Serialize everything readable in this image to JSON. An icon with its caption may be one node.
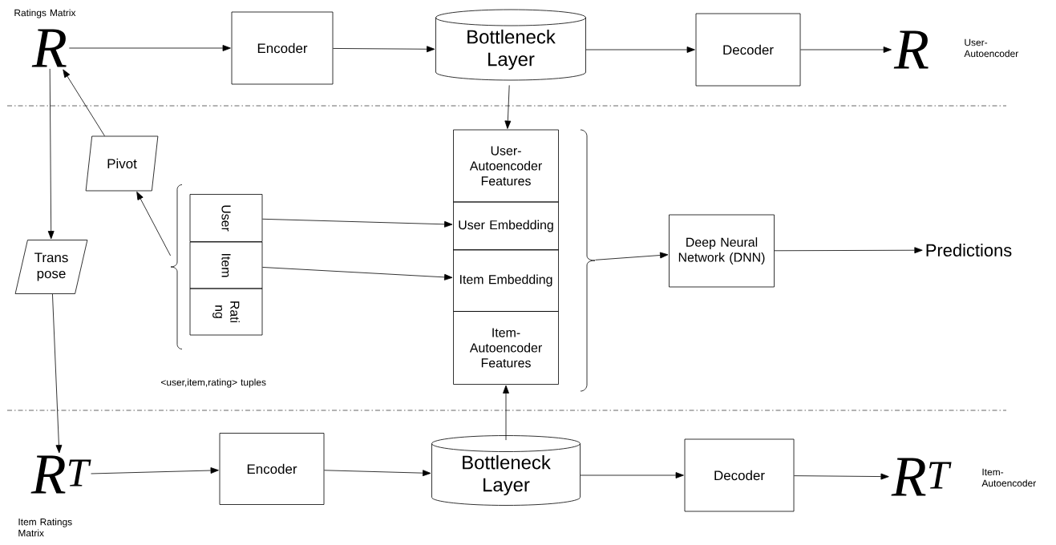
{
  "diagram": {
    "nodes": [
      {
        "text": [
          "R"
        ],
        "beside": [
          "Ratings Matrix"
        ]
      },
      {
        "text": [
          "Encoder"
        ]
      },
      {
        "text": [
          "Bottleneck Layer"
        ]
      },
      {
        "text": [
          "Decoder"
        ]
      },
      {
        "text": [
          "R"
        ],
        "beside": [
          "User- Autoencoder"
        ]
      },
      {
        "text": [
          "Pivot"
        ]
      },
      {
        "text": [
          "Trans pose"
        ]
      },
      {
        "text": [],
        "shape": "bracket"
      },
      {
        "text": [
          "User"
        ]
      },
      {
        "text": [
          "Item"
        ]
      },
      {
        "text": [
          "Rati ng"
        ]
      },
      {
        "text": [
          "User- Autoencoder Features"
        ]
      },
      {
        "text": [
          "User Embedding"
        ]
      },
      {
        "text": [
          "Item Embedding"
        ]
      },
      {
        "text": [
          "Item- Autoencoder Features"
        ]
      },
      {
        "text": [],
        "shape": "bracket"
      },
      {
        "text": [
          "Deep Neural Network (DNN)"
        ]
      },
      {
        "text": [
          "Predictions"
        ]
      },
      {
        "text": [
          "R$^{T}$"
        ],
        "beside": [
          "Item Ratings Matrix"
        ]
      },
      {
        "text": [
          "Encoder"
        ]
      },
      {
        "text": [
          "Bottleneck Layer"
        ]
      },
      {
        "text": [
          "Decoder"
        ]
      },
      {
        "text": [
          "R$^{T}$"
        ],
        "beside": [
          "Item- Autoencoder"
        ]
      }
    ],
    "edges": [
      {
        "from": 0,
        "to": 1,
        "arrow": "to"
      },
      {
        "from": 1,
        "to": 2,
        "arrow": "to"
      },
      {
        "from": 2,
        "to": 3,
        "arrow": "to"
      },
      {
        "from": 3,
        "to": 4,
        "arrow": "to"
      },
      {
        "from": 2,
        "to": 11,
        "arrow": "to"
      },
      {
        "from": 5,
        "to": 0,
        "arrow": "to"
      },
      {
        "from": 0,
        "to": 6,
        "arrow": "to"
      },
      {
        "from": 6,
        "to": 18,
        "arrow": "to"
      },
      {
        "from": 7,
        "to": 5,
        "arrow": "to"
      },
      {
        "from": 8,
        "to": 12,
        "arrow": "to"
      },
      {
        "from": 9,
        "to": 13,
        "arrow": "to"
      },
      {
        "from": 15,
        "to": 16,
        "arrow": "to"
      },
      {
        "from": 16,
        "to": 17,
        "arrow": "to"
      },
      {
        "from": 18,
        "to": 19,
        "arrow": "to"
      },
      {
        "from": 19,
        "to": 20,
        "arrow": "to"
      },
      {
        "from": 20,
        "to": 21,
        "arrow": "to"
      },
      {
        "from": 21,
        "to": 22,
        "arrow": "to"
      },
      {
        "from": 20,
        "to": 14,
        "arrow": "to"
      }
    ],
    "labels": [
      "<user,item,rating> tuples"
    ]
  }
}
